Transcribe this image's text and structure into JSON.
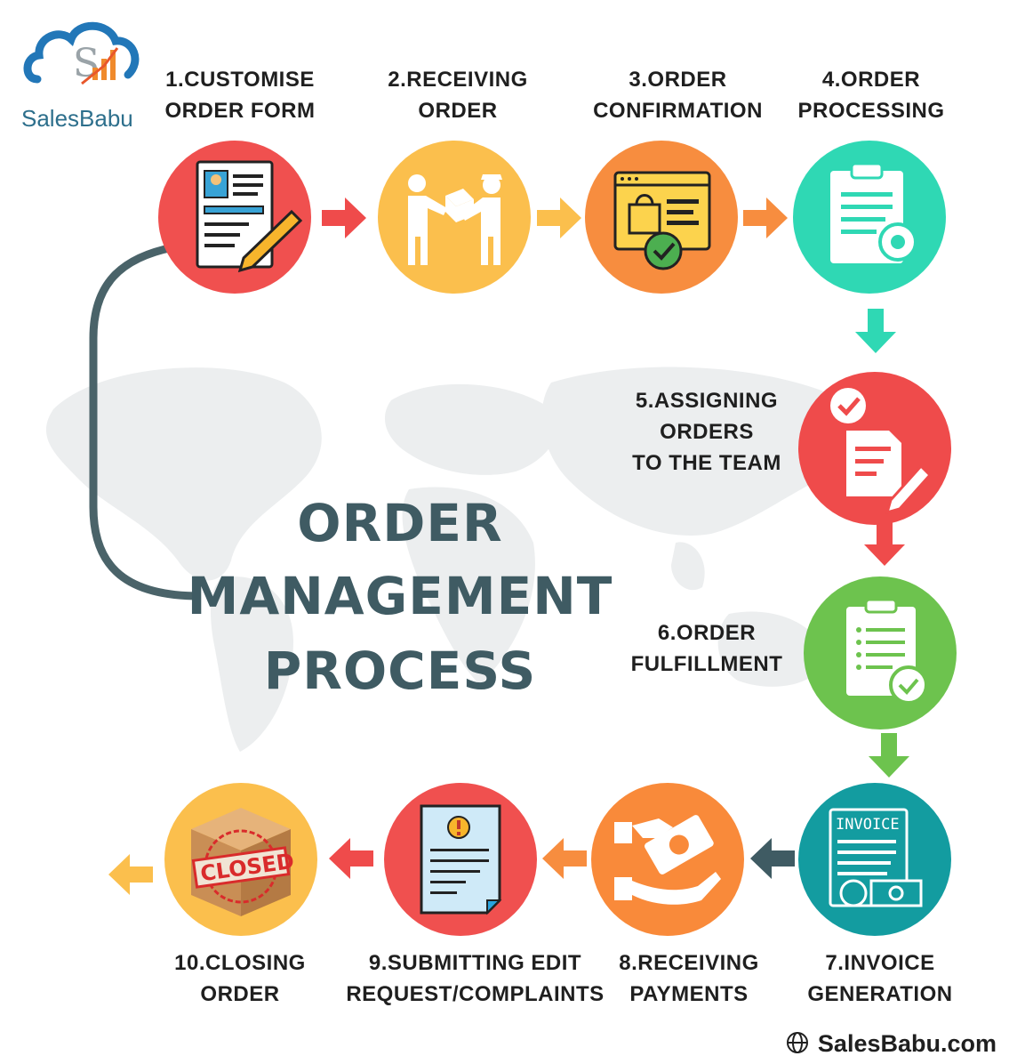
{
  "brand": {
    "logo_text": "SalesBabu",
    "footer_url": "SalesBabu.com"
  },
  "title": {
    "line1": "ORDER",
    "line2": "MANAGEMENT",
    "line3": "PROCESS"
  },
  "steps": [
    {
      "label": "1.CUSTOMISE\nORDER FORM",
      "color": "#f0504f",
      "icon": "order-form-icon"
    },
    {
      "label": "2.RECEIVING\nORDER",
      "color": "#fbbf4d",
      "icon": "handover-icon"
    },
    {
      "label": "3.ORDER\nCONFIRMATION",
      "color": "#f78d3f",
      "icon": "shopping-confirmation-icon"
    },
    {
      "label": "4.ORDER\nPROCESSING",
      "color": "#2fd8b4",
      "icon": "clipboard-gear-icon"
    },
    {
      "label": "5.ASSIGNING\nORDERS\nTO THE TEAM",
      "color": "#ef4b4b",
      "icon": "task-assign-icon"
    },
    {
      "label": "6.ORDER\nFULFILLMENT",
      "color": "#6dc34e",
      "icon": "clipboard-check-icon"
    },
    {
      "label": "7.INVOICE\nGENERATION",
      "color": "#139ca0",
      "icon": "invoice-icon"
    },
    {
      "label": "8.RECEIVING\nPAYMENTS",
      "color": "#f98a3a",
      "icon": "payment-icon"
    },
    {
      "label": "9.SUBMITTING EDIT\nREQUEST/COMPLAINTS",
      "color": "#f0504f",
      "icon": "complaint-doc-icon"
    },
    {
      "label": "10.CLOSING\nORDER",
      "color": "#fbbf4d",
      "icon": "closed-box-icon"
    }
  ],
  "closed_stamp": "CLOSED",
  "invoice_word": "INVOICE"
}
